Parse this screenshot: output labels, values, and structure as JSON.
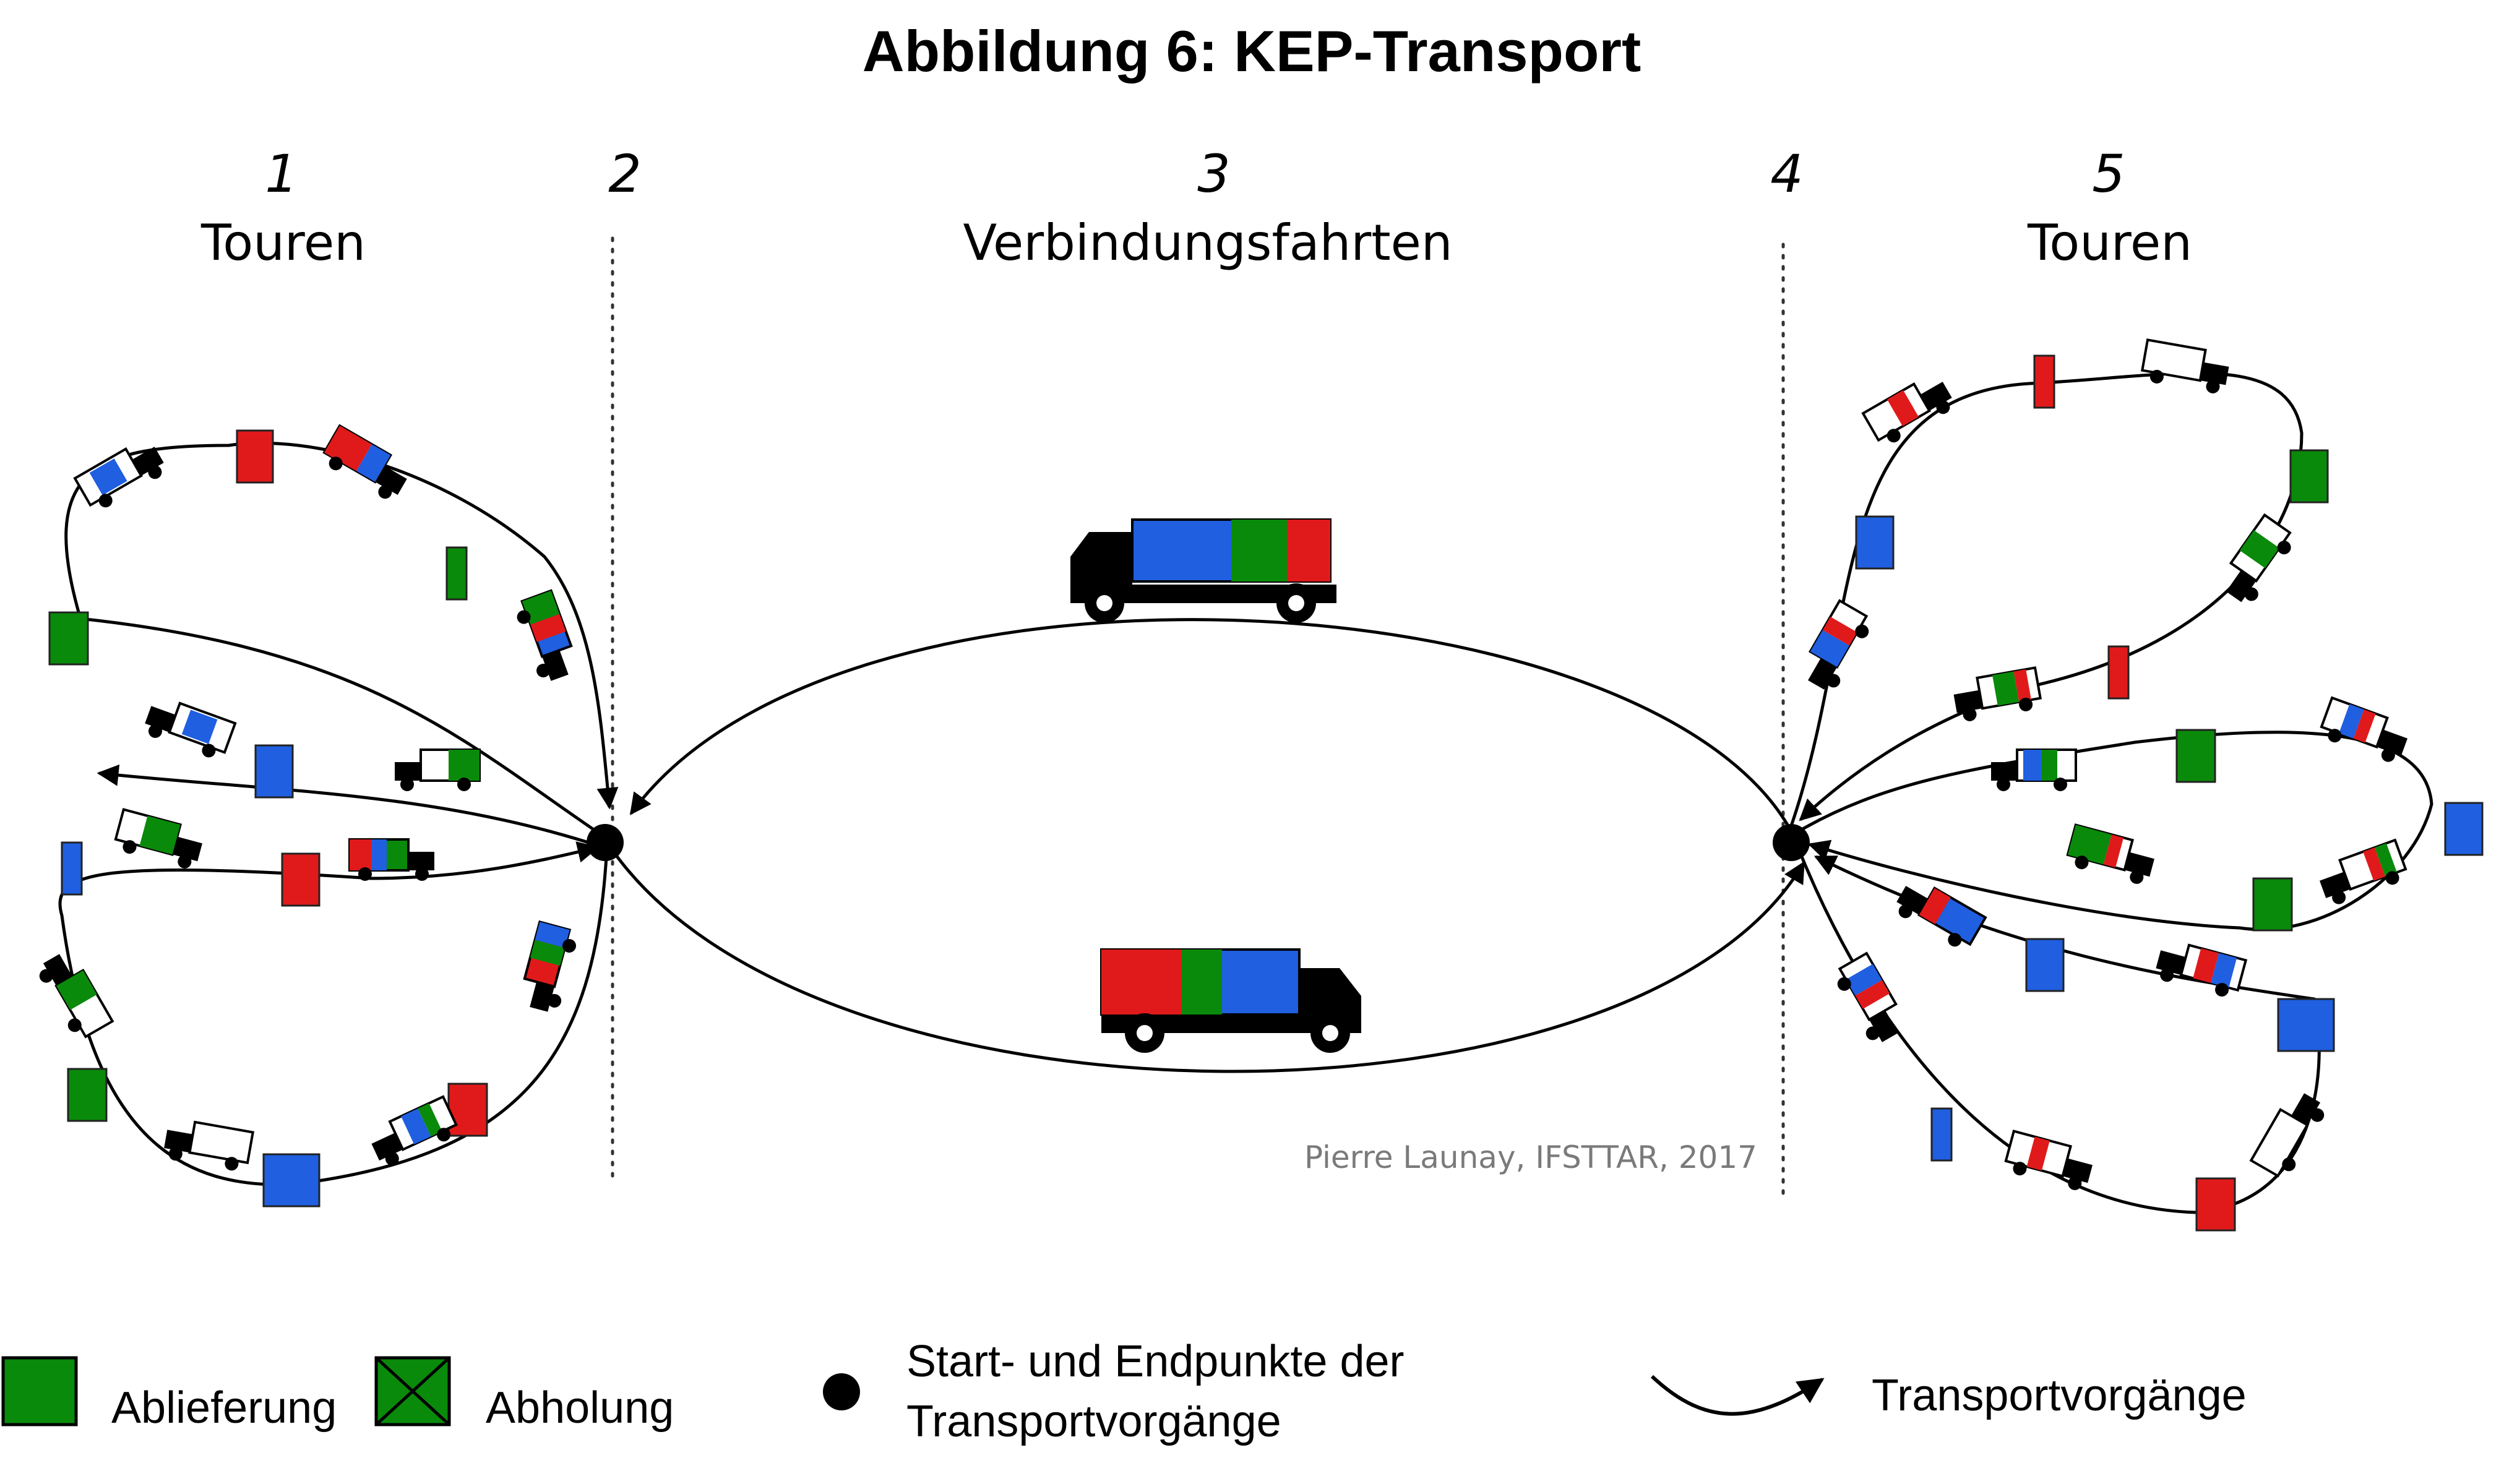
{
  "title": "Abbildung 6: KEP-Transport",
  "sections": [
    {
      "number": "1",
      "label": "Touren"
    },
    {
      "number": "2",
      "label": ""
    },
    {
      "number": "3",
      "label": "Verbindungsfahrten"
    },
    {
      "number": "4",
      "label": ""
    },
    {
      "number": "5",
      "label": "Touren"
    }
  ],
  "credit": "Pierre Launay, IFSTTAR, 2017",
  "legend": {
    "delivery": "Ablieferung",
    "pickup": "Abholung",
    "endpoints_line1": "Start- und Endpunkte der",
    "endpoints_line2": "Transportvorgänge",
    "transport": "Transportvorgänge"
  },
  "colors": {
    "green": "#0a8a0a",
    "blue": "#1f5fe0",
    "red": "#e01a1a",
    "black": "#000000",
    "credit_gray": "#7a7a7a"
  },
  "icons": [
    "truck-icon",
    "parcel-icon",
    "hub-dot",
    "arrow-icon"
  ]
}
